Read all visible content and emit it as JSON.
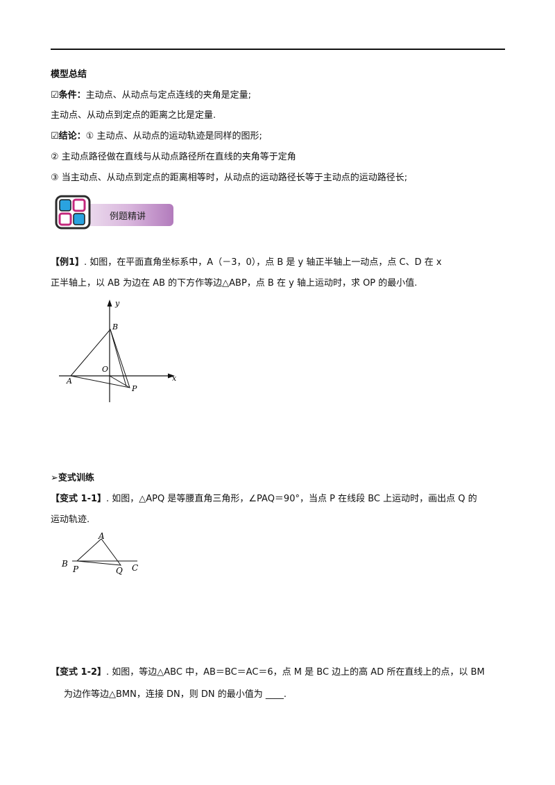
{
  "summary": {
    "heading": "模型总结",
    "cond_label": "☑条件：",
    "cond_text": "主动点、从动点与定点连线的夹角是定量;",
    "cond_line2": "主动点、从动点到定点的距离之比是定量.",
    "concl_label": "☑结论：",
    "concl_item1": "① 主动点、从动点的运动轨迹是同样的图形;",
    "concl_item2": "② 主动点路径做在直线与从动点路径所在直线的夹角等于定角",
    "concl_item3": "③ 当主动点、从动点到定点的距离相等时，从动点的运动路径长等于主动点的运动路径长;"
  },
  "banner": {
    "label": "例题精讲"
  },
  "example1": {
    "tag": "【例1】",
    "line1": ". 如图，在平面直角坐标系中，A（－3，0），点 B 是 y 轴正半轴上一动点，点 C、D 在 x",
    "line2": "正半轴上，以 AB 为边在 AB 的下方作等边△ABP，点 B 在 y 轴上运动时，求 OP 的最小值.",
    "fig": {
      "y": "y",
      "x": "x",
      "B": "B",
      "O": "O",
      "A": "A",
      "P": "P"
    }
  },
  "training": {
    "heading": "➢变式训练"
  },
  "variant1": {
    "tag": "【变式 1-1】",
    "line1": ". 如图，△APQ 是等腰直角三角形，∠PAQ＝90°，当点 P 在线段 BC 上运动时，画出点 Q 的",
    "line2": "运动轨迹.",
    "fig": {
      "A": "A",
      "B": "B",
      "P": "P",
      "Q": "Q",
      "C": "C"
    }
  },
  "variant2": {
    "tag": "【变式 1-2】",
    "line1": ". 如图，等边△ABC 中，AB＝BC＝AC＝6，点 M 是 BC 边上的高 AD 所在直线上的点，以 BM",
    "line2": "为边作等边△BMN，连接 DN，则 DN 的最小值为 ____."
  }
}
